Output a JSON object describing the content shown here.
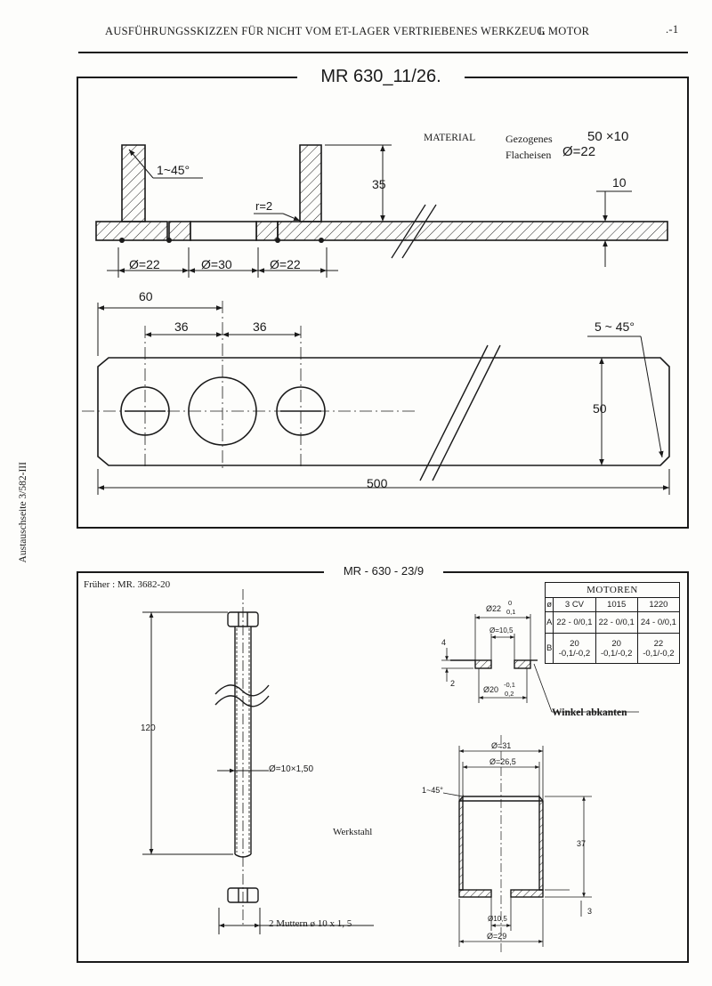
{
  "header": {
    "title": "AUSFÜHRUNGSSKIZZEN FÜR NICHT VOM ET-LAGER VERTRIEBENES WERKZEUG",
    "motor": "L MOTOR",
    "page": ".-1"
  },
  "side_note": "Austauschseite 3/582-III",
  "drawing1": {
    "title": "MR 630_11/26.",
    "material_label": "MATERIAL",
    "material_line1": "Gezogenes",
    "material_value1": "50 ×10",
    "material_line2": "Flacheisen",
    "material_value2": "Ø=22",
    "dims": {
      "chamfer": "1~45°",
      "radius": "r=2",
      "height": "35",
      "thickness": "10",
      "d1": "Ø=22",
      "d2": "Ø=30",
      "d3": "Ø=22",
      "d60": "60",
      "d36a": "36",
      "d36b": "36",
      "corner": "5 ~ 45°",
      "width": "50",
      "length": "500"
    }
  },
  "drawing2": {
    "title": "MR - 630 - 23/9",
    "frueher": "Früher : MR. 3682-20",
    "bolt_length": "120",
    "thread": "Ø=10×1,50",
    "werkstahl": "Werkstahl",
    "nuts": "2 Muttern ø 10 x 1, 5",
    "washer_dims": {
      "outer": "Ø22",
      "outer_tol_top": "0",
      "outer_tol_bottom": "0,1",
      "inner": "Ø=10,5",
      "base": "Ø20",
      "base_tol_top": "-0,1",
      "base_tol_bottom": "0,2",
      "thick_top": "4",
      "thick_bottom": "2"
    },
    "winkel": "Winkel abkanten",
    "sleeve_dims": {
      "outer": "Ø=31",
      "inner": "Ø=26,5",
      "chamfer": "1~45°",
      "height": "37",
      "base": "3",
      "hole": "Ø10,5",
      "bottom": "Ø=29"
    },
    "table": {
      "caption": "MOTOREN",
      "corner": "ø",
      "columns": [
        "3 CV",
        "1015",
        "1220"
      ],
      "rows": [
        {
          "label": "A",
          "cells": [
            "22 - 0/0,1",
            "22 - 0/0,1",
            "24 - 0/0,1"
          ]
        },
        {
          "label": "B",
          "cells": [
            "20 -0,1/-0,2",
            "20 -0,1/-0,2",
            "22 -0,1/-0,2"
          ]
        }
      ]
    }
  }
}
